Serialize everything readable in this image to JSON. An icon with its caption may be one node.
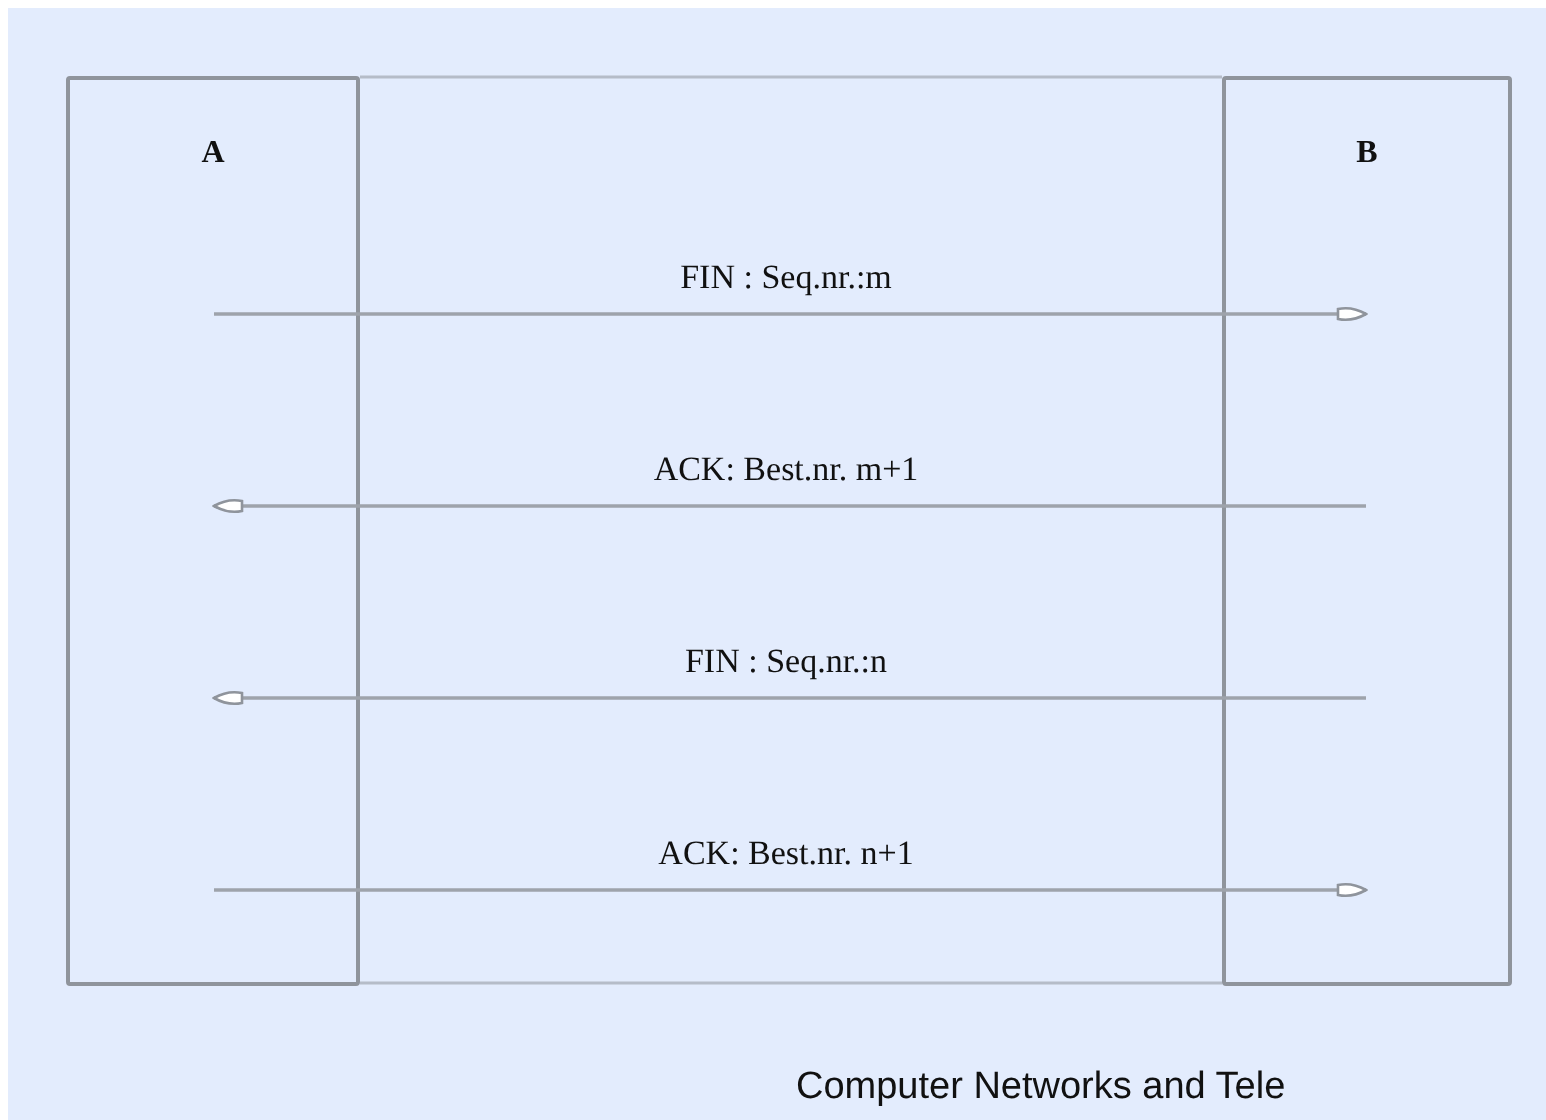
{
  "diagram": {
    "caption": "Computer Networks and Tele",
    "nodes": [
      {
        "text": [
          "A"
        ]
      },
      {
        "text": [
          "B"
        ]
      }
    ],
    "edges": [
      {
        "from": 0,
        "to": 1,
        "arrow": "to",
        "label": "FIN : Seq.nr.:m"
      },
      {
        "from": 1,
        "to": 0,
        "arrow": "to",
        "label": "ACK: Best.nr. m+1"
      },
      {
        "from": 1,
        "to": 0,
        "arrow": "to",
        "label": "FIN : Seq.nr.:n"
      },
      {
        "from": 0,
        "to": 1,
        "arrow": "to",
        "label": "ACK: Best.nr. n+1"
      }
    ]
  }
}
